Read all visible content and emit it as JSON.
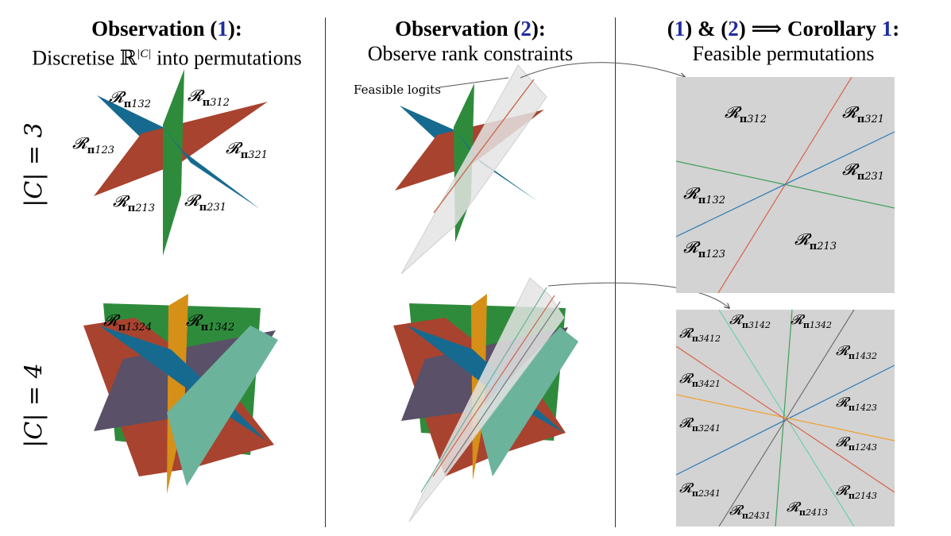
{
  "columns": [
    {
      "title_prefix": "Observation (",
      "title_ref": "1",
      "title_suffix": "):",
      "subtitle_text": "Discretise ℝ",
      "subtitle_sup": "|C|",
      "subtitle_tail": " into permutations"
    },
    {
      "title_prefix": "Observation (",
      "title_ref": "2",
      "title_suffix": "):",
      "subtitle": "Observe rank constraints"
    },
    {
      "title_ref1": "1",
      "title_ref2": "2",
      "title_middle": ") & (",
      "title_arrow": "⟹",
      "title_text": "Corollary",
      "title_ref3": "1",
      "subtitle": "Feasible permutations"
    }
  ],
  "row_labels": [
    "|C| = 3",
    "|C| = 4"
  ],
  "annotation": "Feasible logits",
  "regions_c3_3d": [
    "132",
    "312",
    "123",
    "321",
    "213",
    "231"
  ],
  "regions_c4_3d": [
    "1324",
    "1342"
  ],
  "panel_c3": [
    "312",
    "321",
    "231",
    "132",
    "123",
    "213"
  ],
  "panel_c4": [
    "3142",
    "1342",
    "3412",
    "1432",
    "3421",
    "1423",
    "3241",
    "1243",
    "2341",
    "2143",
    "2431",
    "2413"
  ],
  "colors": {
    "red": "#a8432f",
    "blue": "#176a8f",
    "green": "#2f8b3c",
    "orange": "#d68f17",
    "purple": "#5a5068",
    "teal": "#6cb39c",
    "panel_bg": "#d3d3d3"
  }
}
